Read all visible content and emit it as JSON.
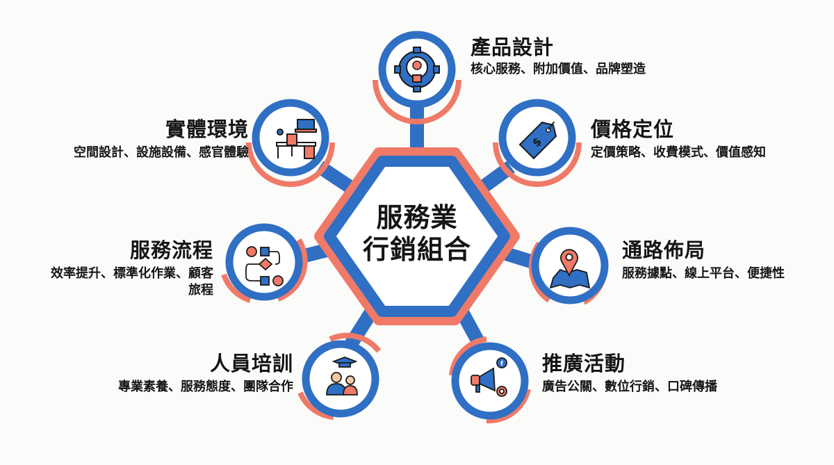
{
  "colors": {
    "background": "#fbfbf9",
    "blue": "#2f6fc4",
    "coral": "#ef7a68",
    "text": "#151515",
    "icon_outline": "#1a1a1a"
  },
  "center": {
    "line1": "服務業",
    "line2": "行銷組合"
  },
  "nodes": [
    {
      "id": "product",
      "title": "產品設計",
      "desc": "核心服務、附加價值、品牌塑造",
      "icon": "gear-lightbulb-icon"
    },
    {
      "id": "price",
      "title": "價格定位",
      "desc": "定價策略、收費模式、價值感知",
      "icon": "price-tag-icon"
    },
    {
      "id": "place",
      "title": "通路佈局",
      "desc": "服務據點、線上平台、便捷性",
      "icon": "map-pin-icon"
    },
    {
      "id": "promotion",
      "title": "推廣活動",
      "desc": "廣告公關、數位行銷、口碑傳播",
      "icon": "megaphone-icon"
    },
    {
      "id": "people",
      "title": "人員培訓",
      "desc": "專業素養、服務態度、團隊合作",
      "icon": "graduation-people-icon"
    },
    {
      "id": "process",
      "title": "服務流程",
      "desc_line1": "效率提升、標準化作業、顧客",
      "desc_line2": "旅程",
      "icon": "flowchart-icon"
    },
    {
      "id": "physical",
      "title": "實體環境",
      "desc": "空間設計、設施設備、感官體驗",
      "icon": "office-desk-icon"
    }
  ]
}
